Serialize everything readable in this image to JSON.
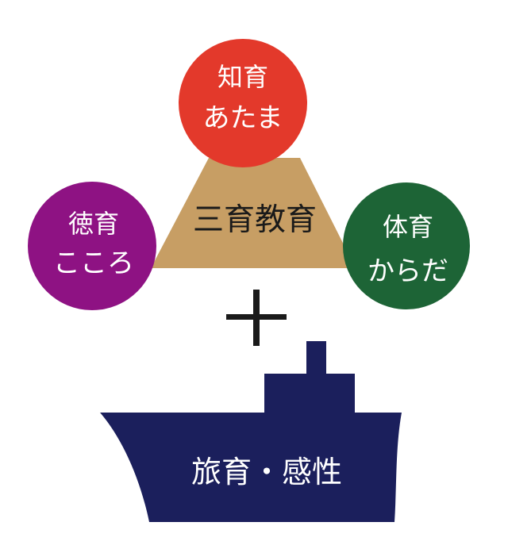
{
  "center": {
    "label": "三育教育",
    "color": "#c79e64"
  },
  "circles": {
    "top": {
      "line1": "知育",
      "line2": "あたま",
      "color": "#e3392b"
    },
    "left": {
      "line1": "徳育",
      "line2": "こころ",
      "color": "#8e1283"
    },
    "right": {
      "line1": "体育",
      "line2": "からだ",
      "color": "#1d6436"
    }
  },
  "plus": {
    "color": "#1a1a1a"
  },
  "ship": {
    "label": "旅育・感性",
    "color": "#1b1f5c"
  }
}
